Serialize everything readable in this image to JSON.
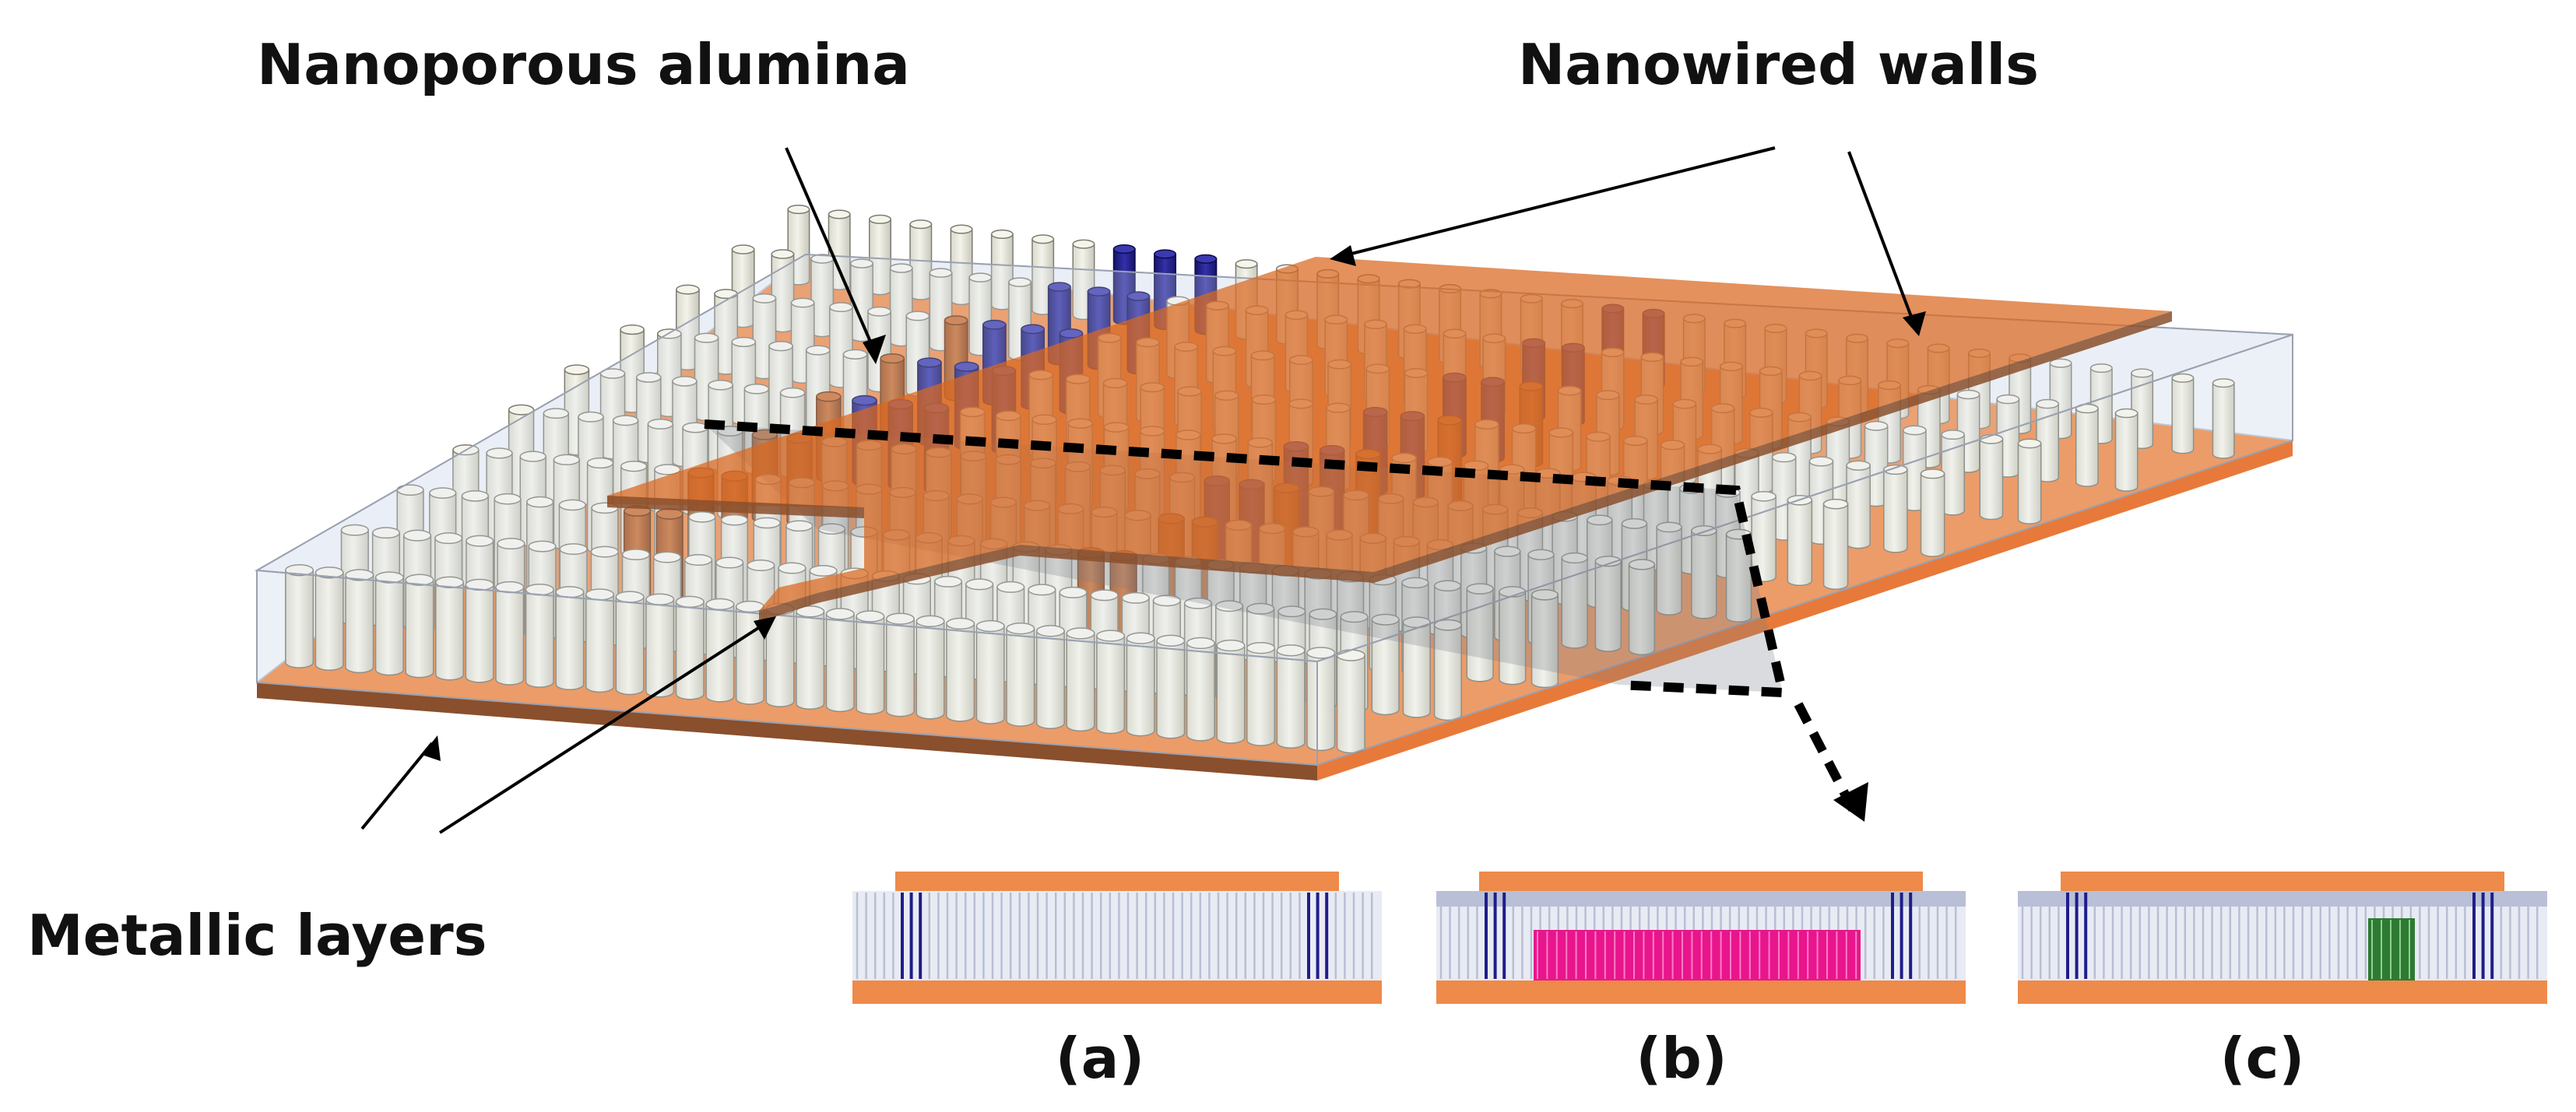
{
  "labels": {
    "nanoporous_alumina": "Nanoporous alumina",
    "nanowired_walls": "Nanowired walls",
    "metallic_layers": "Metallic layers"
  },
  "panels": [
    {
      "label": "(a)",
      "fill_material": "none"
    },
    {
      "label": "(b)",
      "fill_material": "pink-nanowires"
    },
    {
      "label": "(c)",
      "fill_material": "green-nanowires"
    }
  ],
  "colors": {
    "copper": "#ee8a4a",
    "copper_dark": "#8a4f2c",
    "copper_top": "#e0783c",
    "alumina_pillar": "#efeee4",
    "wall_wire": "#1f1d8a",
    "pink_wire": "#e8158c",
    "green_wire": "#2e7a32",
    "pore": "#c9cfdf"
  }
}
